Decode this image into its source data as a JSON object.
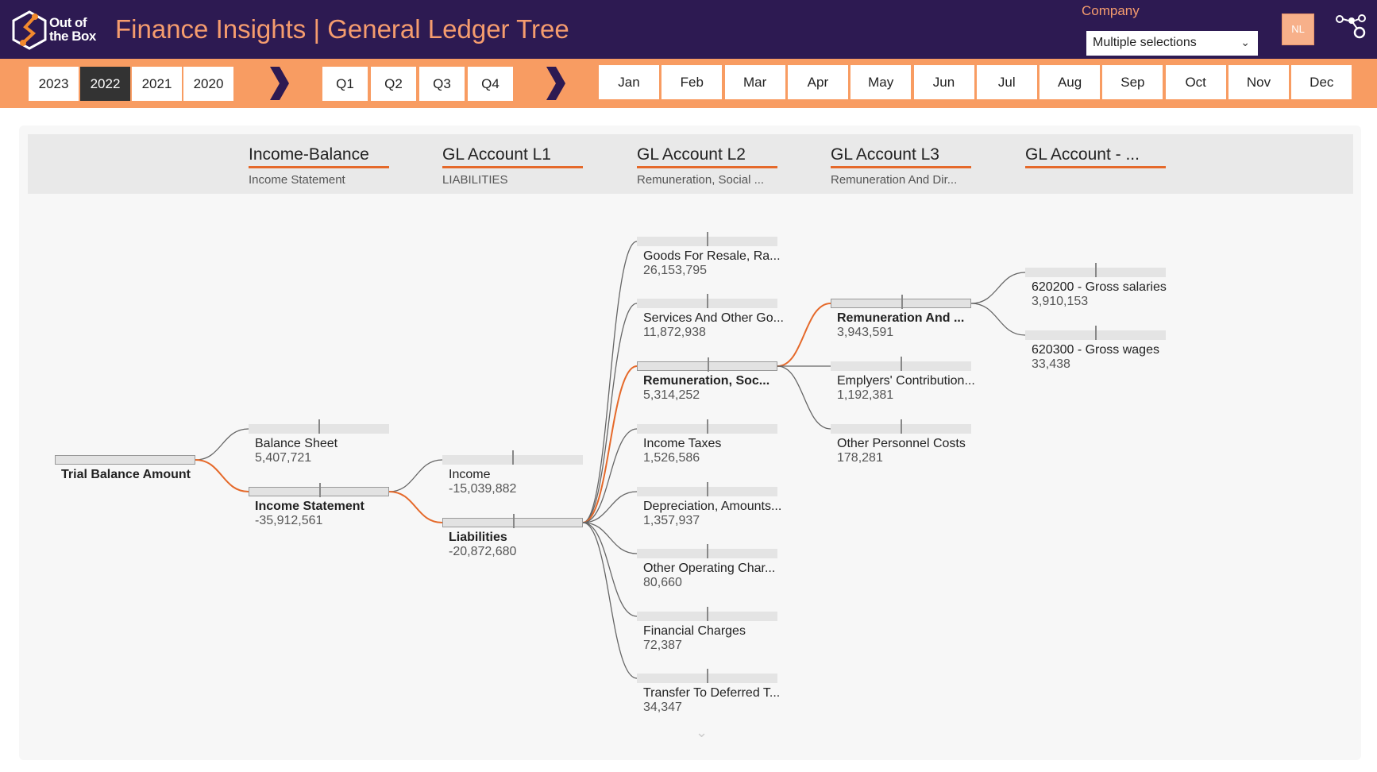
{
  "header": {
    "brand": [
      "Out of",
      "the Box"
    ],
    "title": "Finance Insights | General Ledger Tree",
    "company_label": "Company",
    "company_value": "Multiple selections",
    "user_initials": "NL"
  },
  "filters": {
    "years": [
      "2023",
      "2022",
      "2021",
      "2020"
    ],
    "selected_year": "2022",
    "quarters": [
      "Q1",
      "Q2",
      "Q3",
      "Q4"
    ],
    "months": [
      "Jan",
      "Feb",
      "Mar",
      "Apr",
      "May",
      "Jun",
      "Jul",
      "Aug",
      "Sep",
      "Oct",
      "Nov",
      "Dec"
    ]
  },
  "columns": [
    {
      "title": "Income-Balance",
      "sub": "Income Statement"
    },
    {
      "title": "GL Account L1",
      "sub": "LIABILITIES"
    },
    {
      "title": "GL Account L2",
      "sub": "Remuneration, Social ..."
    },
    {
      "title": "GL Account L3",
      "sub": "Remuneration And Dir..."
    },
    {
      "title": "GL Account - ...",
      "sub": ""
    }
  ],
  "colors": {
    "accent": "#e5692a",
    "header": "#2d1a52",
    "filterbar": "#f89c62"
  },
  "tree": [
    {
      "id": "root",
      "level": 0,
      "row": 0,
      "label": "Trial Balance Amount",
      "value": "",
      "selected": true
    },
    {
      "id": "bs",
      "parent": "root",
      "level": 1,
      "row": 0,
      "label": "Balance Sheet",
      "value": "5,407,721"
    },
    {
      "id": "is",
      "parent": "root",
      "level": 1,
      "row": 1,
      "label": "Income Statement",
      "value": "-35,912,561",
      "selected": true
    },
    {
      "id": "inc",
      "parent": "is",
      "level": 2,
      "row": 0,
      "label": "Income",
      "value": "-15,039,882"
    },
    {
      "id": "lia",
      "parent": "is",
      "level": 2,
      "row": 1,
      "label": "Liabilities",
      "value": "-20,872,680",
      "selected": true
    },
    {
      "id": "g1",
      "parent": "lia",
      "level": 3,
      "row": 0,
      "label": "Goods For Resale, Ra...",
      "value": "26,153,795"
    },
    {
      "id": "g2",
      "parent": "lia",
      "level": 3,
      "row": 1,
      "label": "Services And Other Go...",
      "value": "11,872,938"
    },
    {
      "id": "g3",
      "parent": "lia",
      "level": 3,
      "row": 2,
      "label": "Remuneration, Soc...",
      "value": "5,314,252",
      "selected": true
    },
    {
      "id": "g4",
      "parent": "lia",
      "level": 3,
      "row": 3,
      "label": "Income Taxes",
      "value": "1,526,586"
    },
    {
      "id": "g5",
      "parent": "lia",
      "level": 3,
      "row": 4,
      "label": "Depreciation, Amounts...",
      "value": "1,357,937"
    },
    {
      "id": "g6",
      "parent": "lia",
      "level": 3,
      "row": 5,
      "label": "Other Operating Char...",
      "value": "80,660"
    },
    {
      "id": "g7",
      "parent": "lia",
      "level": 3,
      "row": 6,
      "label": "Financial Charges",
      "value": "72,387"
    },
    {
      "id": "g8",
      "parent": "lia",
      "level": 3,
      "row": 7,
      "label": "Transfer To Deferred T...",
      "value": "34,347"
    },
    {
      "id": "h1",
      "parent": "g3",
      "level": 4,
      "row": 1,
      "label": "Remuneration And ...",
      "value": "3,943,591",
      "selected": true
    },
    {
      "id": "h2",
      "parent": "g3",
      "level": 4,
      "row": 2,
      "label": "Emplyers' Contribution...",
      "value": "1,192,381"
    },
    {
      "id": "h3",
      "parent": "g3",
      "level": 4,
      "row": 3,
      "label": "Other Personnel Costs",
      "value": "178,281"
    },
    {
      "id": "k1",
      "parent": "h1",
      "level": 5,
      "row": 0,
      "label": "620200 - Gross salaries",
      "value": "3,910,153"
    },
    {
      "id": "k2",
      "parent": "h1",
      "level": 5,
      "row": 1,
      "label": "620300 - Gross wages",
      "value": "33,438"
    }
  ]
}
